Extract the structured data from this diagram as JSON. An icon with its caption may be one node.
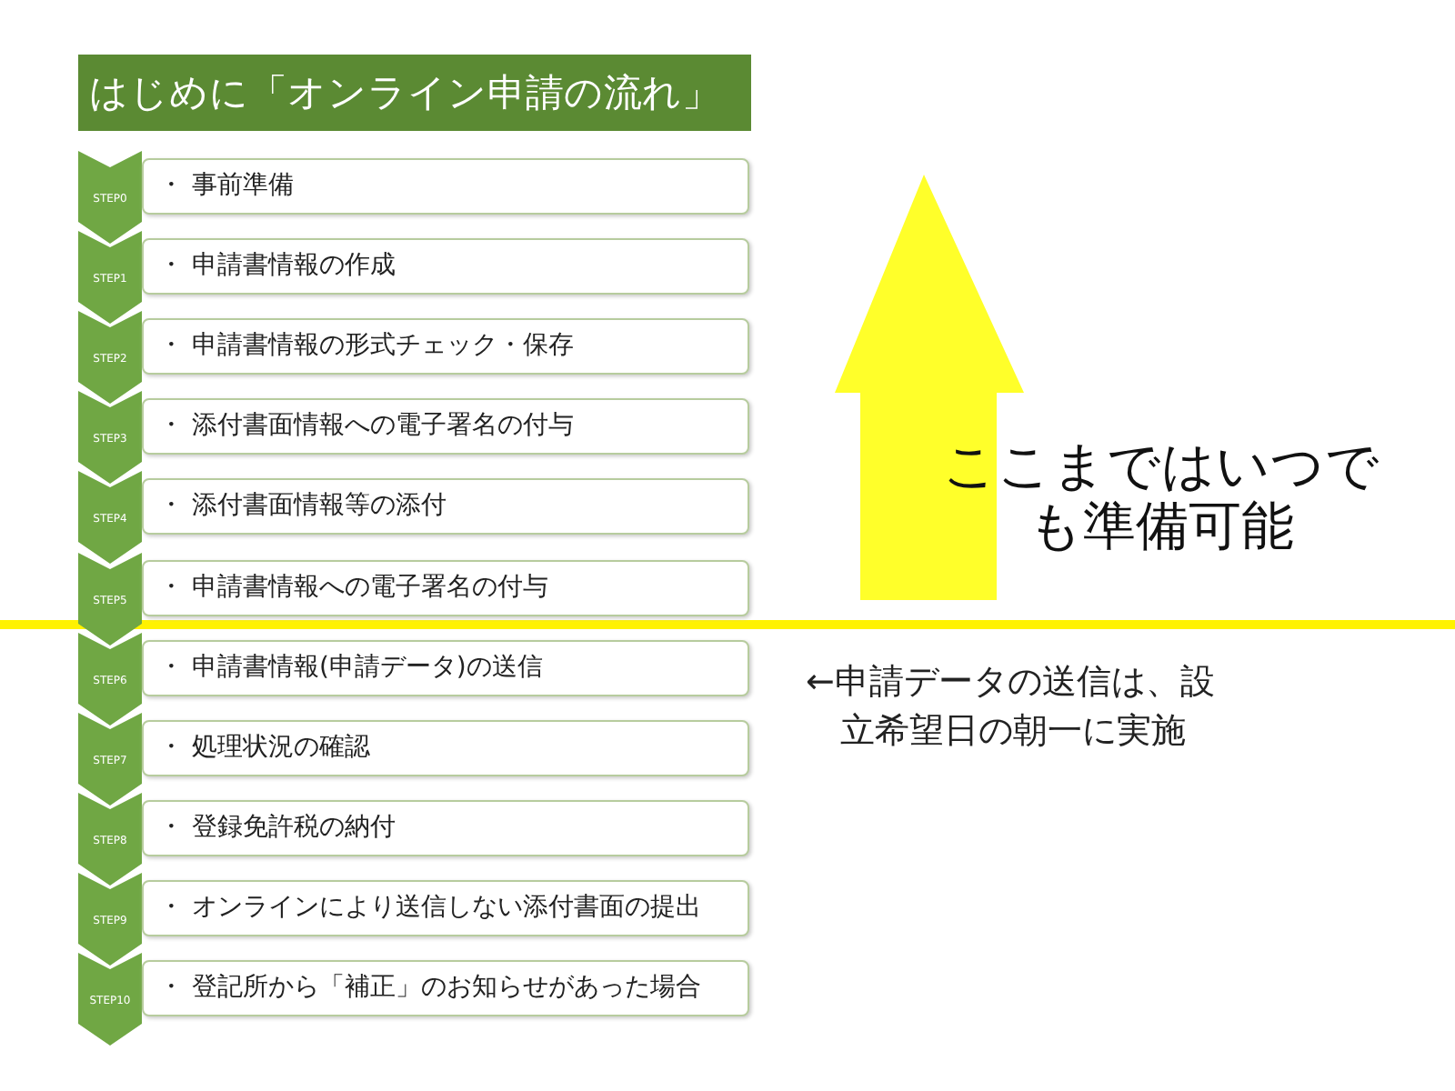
{
  "diagram": {
    "title": "はじめに「オンライン申請の流れ」",
    "nodes": [
      {
        "text": [
          "・ 事前準備"
        ],
        "beside": [
          "STEP0"
        ]
      },
      {
        "text": [
          "・ 申請書情報の作成"
        ],
        "beside": [
          "STEP1"
        ]
      },
      {
        "text": [
          "・ 申請書情報の形式チェック・保存"
        ],
        "beside": [
          "STEP2"
        ]
      },
      {
        "text": [
          "・ 添付書面情報への電子署名の付与"
        ],
        "beside": [
          "STEP3"
        ]
      },
      {
        "text": [
          "・ 添付書面情報等の添付"
        ],
        "beside": [
          "STEP4"
        ]
      },
      {
        "text": [
          "・ 申請書情報への電子署名の付与"
        ],
        "beside": [
          "STEP5"
        ]
      },
      {
        "text": [
          "・ 申請書情報(申請データ)の送信"
        ],
        "beside": [
          "STEP6"
        ]
      },
      {
        "text": [
          "・ 処理状況の確認"
        ],
        "beside": [
          "STEP7"
        ]
      },
      {
        "text": [
          "・ 登録免許税の納付"
        ],
        "beside": [
          "STEP8"
        ]
      },
      {
        "text": [
          "・ オンラインにより送信しない添付書面の提出"
        ],
        "beside": [
          "STEP9"
        ]
      },
      {
        "text": [
          "・ 登記所から「補正」のお知らせがあった場合"
        ],
        "beside": [
          "STEP10"
        ]
      }
    ],
    "labels": [
      "ここまではいつでも準備可能",
      "←申請データの送信は、設立希望日の朝一に実施"
    ]
  }
}
